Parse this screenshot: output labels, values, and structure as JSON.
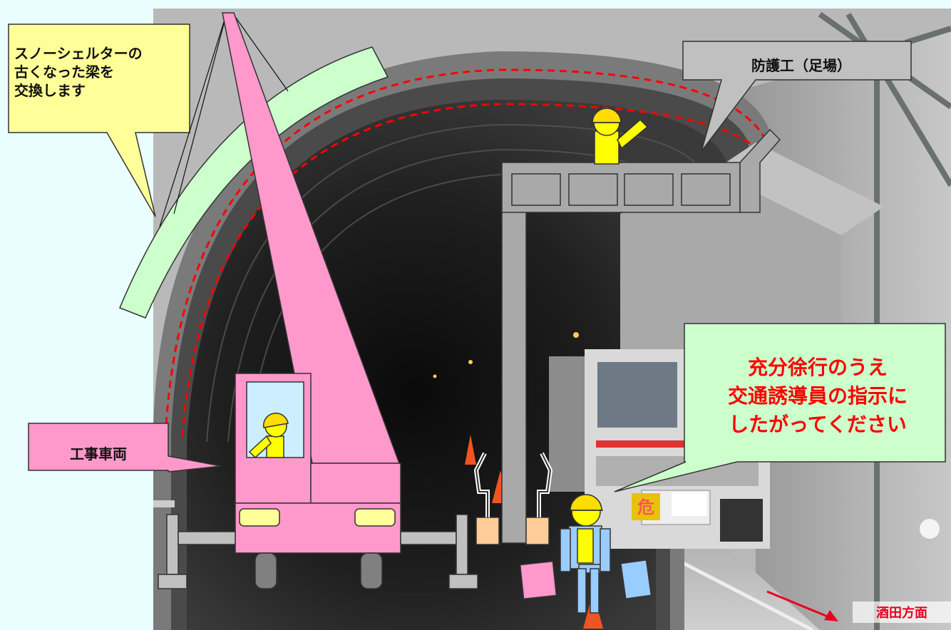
{
  "labels": {
    "snow_shelter": "スノーシェルターの\n古くなった梁を\n交換します",
    "protective_work": "防護工（足場）",
    "construction_vehicle": "工事車両",
    "notice": "充分徐行のうえ\n交通誘導員の指示に\nしたがってください",
    "direction": "酒田方面"
  },
  "truck_plate": "危",
  "colors": {
    "background": "#eafdff",
    "callout_yellow": "#ffff99",
    "callout_gray": "#c0c0c0",
    "crane_pink": "#ff99cc",
    "beam_green": "#ccffcc",
    "notice_red": "#ff0000",
    "arch_dashed_red": "#ff0000",
    "worker_yellow": "#ffff00"
  },
  "icons": [
    "crane-truck-icon",
    "worker-icon",
    "scaffold-icon",
    "direction-arrow-icon",
    "flag-icon"
  ]
}
